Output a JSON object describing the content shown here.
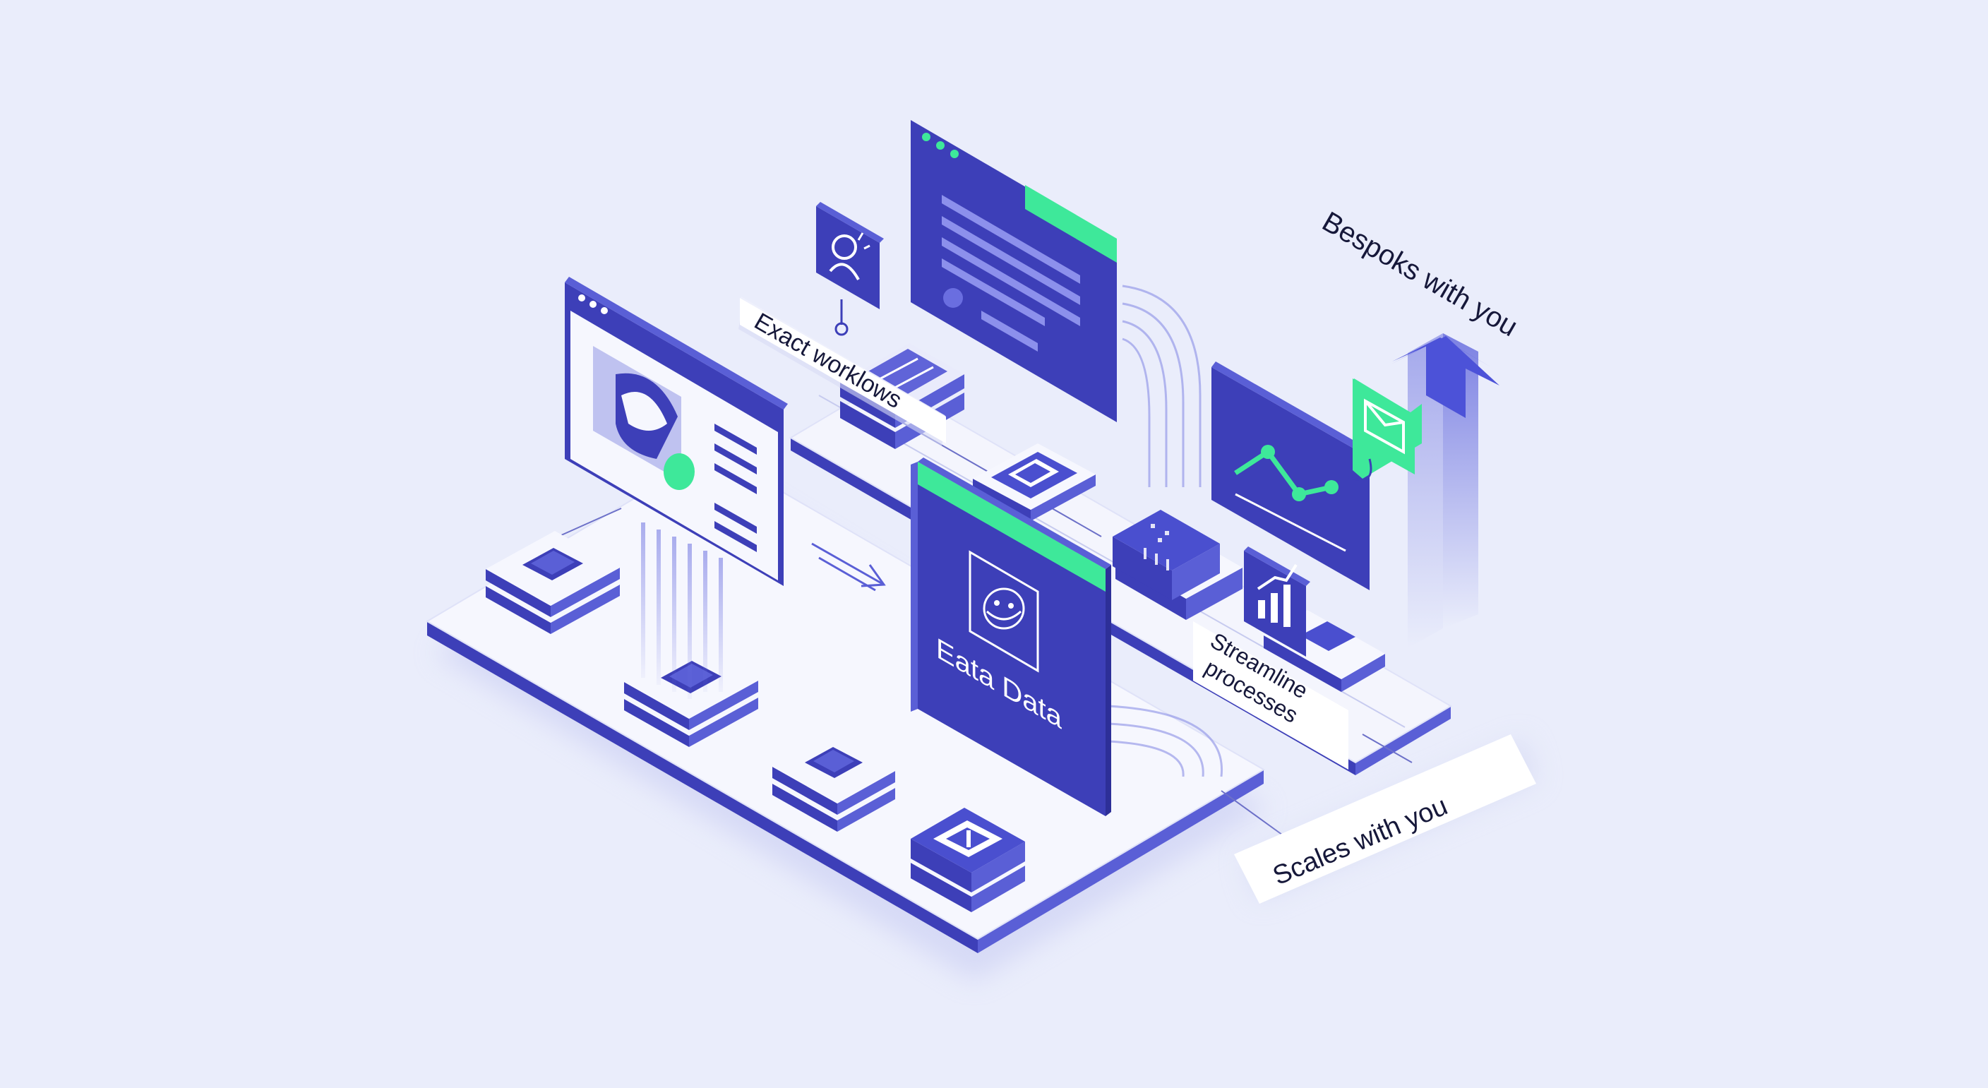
{
  "labels": {
    "exact_workflows": "Exact worklows",
    "eata_data": "Eata Data",
    "streamline": [
      "Streamline",
      "processes"
    ],
    "scales": "Scales with you",
    "bespoke": "Bespoks with you"
  },
  "icons": {
    "user": "user-icon",
    "email": "email-icon",
    "bar_chart": "bar-chart-icon",
    "face": "face-icon",
    "chip": "chip-icon",
    "grid": "grid-icon",
    "arrow": "upward-arrow-icon"
  },
  "colors": {
    "background": "#eaedfb",
    "primary": "#3d3fb8",
    "primary_light": "#5a5fd6",
    "accent_green": "#3ee89a",
    "panel_top": "#f6f7fe",
    "panel_edge": "#4245c2"
  }
}
